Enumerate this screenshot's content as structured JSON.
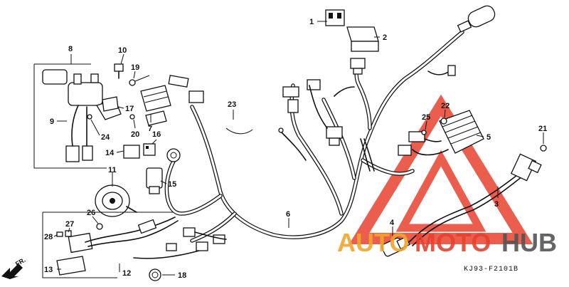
{
  "diagram": {
    "callouts": [
      "1",
      "2",
      "3",
      "4",
      "5",
      "6",
      "7",
      "8",
      "9",
      "10",
      "11",
      "12",
      "13",
      "14",
      "15",
      "16",
      "17",
      "18",
      "19",
      "20",
      "21",
      "22",
      "23",
      "24",
      "25",
      "26",
      "27",
      "28"
    ],
    "part_code": "KJ93-F2101B",
    "direction_label": "FR.",
    "watermark": {
      "word_a": "AUTO",
      "word_b": "MOTO",
      "word_c": "HUB"
    },
    "colors": {
      "line": "#111111",
      "watermark_red": "#e8412f",
      "watermark_orange": "#f0a52a",
      "watermark_gray": "#555555"
    }
  }
}
